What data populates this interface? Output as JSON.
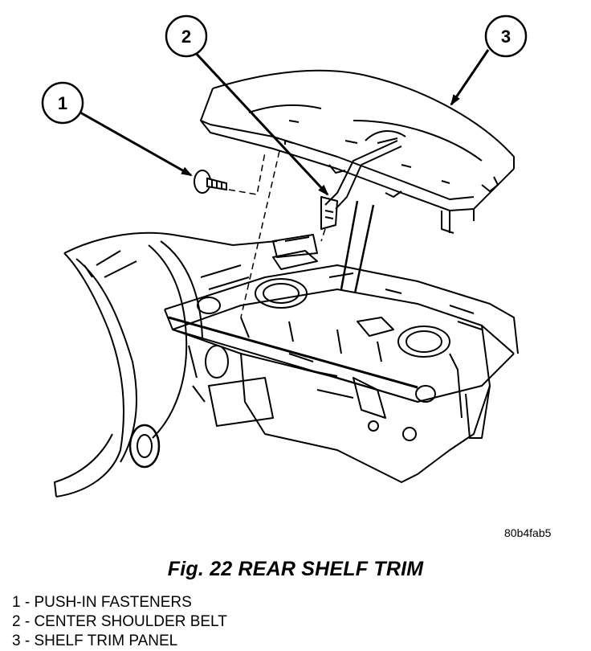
{
  "figure": {
    "callouts": [
      {
        "number": "1"
      },
      {
        "number": "2"
      },
      {
        "number": "3"
      }
    ],
    "image_id": "80b4fab5",
    "caption": "Fig. 22 REAR SHELF TRIM"
  },
  "legend": [
    {
      "text": "1 - PUSH-IN FASTENERS"
    },
    {
      "text": "2 - CENTER SHOULDER BELT"
    },
    {
      "text": "3 - SHELF TRIM PANEL"
    }
  ]
}
